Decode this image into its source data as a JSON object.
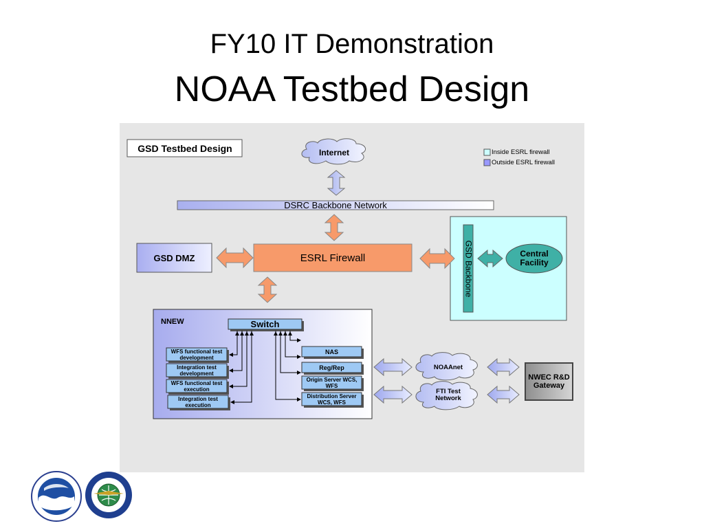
{
  "slide": {
    "title_line1": "FY10 IT Demonstration",
    "title_line2": "NOAA Testbed Design"
  },
  "diagram": {
    "label_box": "GSD Testbed Design",
    "internet": "Internet",
    "legend": {
      "inside": "Inside ESRL firewall",
      "outside": "Outside ESRL firewall",
      "inside_color": "#ccffff",
      "outside_color": "#9999ff"
    },
    "backbone": "DSRC Backbone Network",
    "gsd_dmz": "GSD DMZ",
    "esrl_firewall": "ESRL Firewall",
    "gsd_backbone": "GSD Backbone",
    "central_facility": "Central Facility",
    "nnew": "NNEW",
    "switch": "Switch",
    "left_items": [
      "WFS functional test development",
      "Integration test development",
      "WFS functional test execution",
      "Integration test execution"
    ],
    "right_items": [
      "NAS",
      "Reg/Rep",
      "Origin Server WCS, WFS",
      "Distribution Server WCS, WFS"
    ],
    "noaanet": "NOAAnet",
    "fti": "FTI Test Network",
    "nwec": "NWEC R&D Gateway",
    "colors": {
      "firewall": "#f79a6a",
      "arrow_orange": "#f79a6a",
      "arrow_blue": "#bcc6f2",
      "teal": "#3fb0a6",
      "backbone_gradient_start": "#a9b0ef",
      "panel_bg": "#e6e6e6"
    }
  }
}
